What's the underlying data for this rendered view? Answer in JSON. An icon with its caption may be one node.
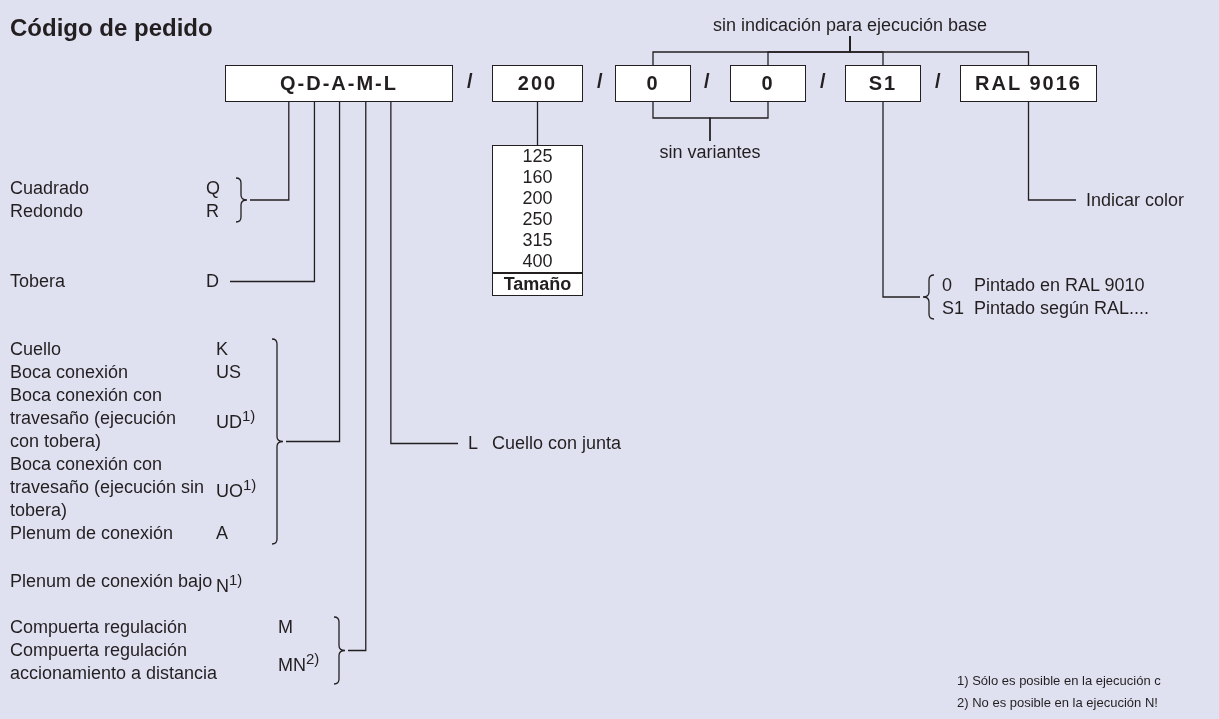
{
  "diagram": {
    "title": "Código de pedido",
    "nodes": [
      {
        "text": [
          "sin indicación para ejecución base"
        ]
      },
      {
        "text": [
          "Q-D-A-M-L"
        ]
      },
      {
        "text": [
          "200"
        ]
      },
      {
        "text": [
          "0"
        ]
      },
      {
        "text": [
          "0"
        ]
      },
      {
        "text": [
          "S1"
        ]
      },
      {
        "text": [
          "RAL 9016"
        ]
      },
      {
        "text": [
          "125",
          "160",
          "200",
          "250",
          "315",
          "400",
          "Tamaño"
        ]
      },
      {
        "text": [
          "sin variantes"
        ]
      },
      {
        "text": [
          "Cuadrado",
          "Q",
          "Redondo",
          "R"
        ]
      },
      {
        "text": [
          "Indicar color"
        ]
      },
      {
        "text": [
          "Tobera",
          "D"
        ]
      },
      {
        "text": [
          "0",
          "Pintado en RAL 9010",
          "S1",
          "Pintado según RAL...."
        ]
      },
      {
        "text": [
          "Cuello",
          "K",
          "Boca conexión",
          "US",
          "Boca conexión con travesaño (ejecución con tobera)",
          "UD$^{1)}$",
          "Boca conexión con travesaño (ejecución sin tobera)",
          "UO$^{1)}$",
          "Plenum de conexión",
          "A"
        ]
      },
      {
        "text": [
          "L",
          "Cuello con junta"
        ]
      },
      {
        "text": [
          "Compuerta regulación",
          "M",
          "Compuerta regulación accionamiento a distancia",
          "MN$^{2)}$"
        ]
      }
    ],
    "edges": [
      {
        "from": 9,
        "to": 1,
        "arrow": "none"
      },
      {
        "from": 11,
        "to": 1,
        "arrow": "none"
      },
      {
        "from": 13,
        "to": 1,
        "arrow": "none"
      },
      {
        "from": 15,
        "to": 1,
        "arrow": "none"
      },
      {
        "from": 1,
        "to": 14,
        "arrow": "none"
      },
      {
        "from": 2,
        "to": 7,
        "arrow": "none"
      },
      {
        "from": 0,
        "to": 3,
        "arrow": "none"
      },
      {
        "from": 0,
        "to": 4,
        "arrow": "none"
      },
      {
        "from": 0,
        "to": 5,
        "arrow": "none"
      },
      {
        "from": 0,
        "to": 6,
        "arrow": "none"
      },
      {
        "from": 8,
        "to": 3,
        "arrow": "none"
      },
      {
        "from": 8,
        "to": 4,
        "arrow": "none"
      },
      {
        "from": 5,
        "to": 12,
        "arrow": "none"
      },
      {
        "from": 6,
        "to": 10,
        "arrow": "none"
      }
    ],
    "labels": [
      "/",
      "/",
      "/",
      "/",
      "/",
      "Plenum de conexión bajo",
      "N$^{1)}$",
      "1) Sólo es posible en la ejecución c",
      "2) No es posible en la ejecución N!"
    ]
  }
}
